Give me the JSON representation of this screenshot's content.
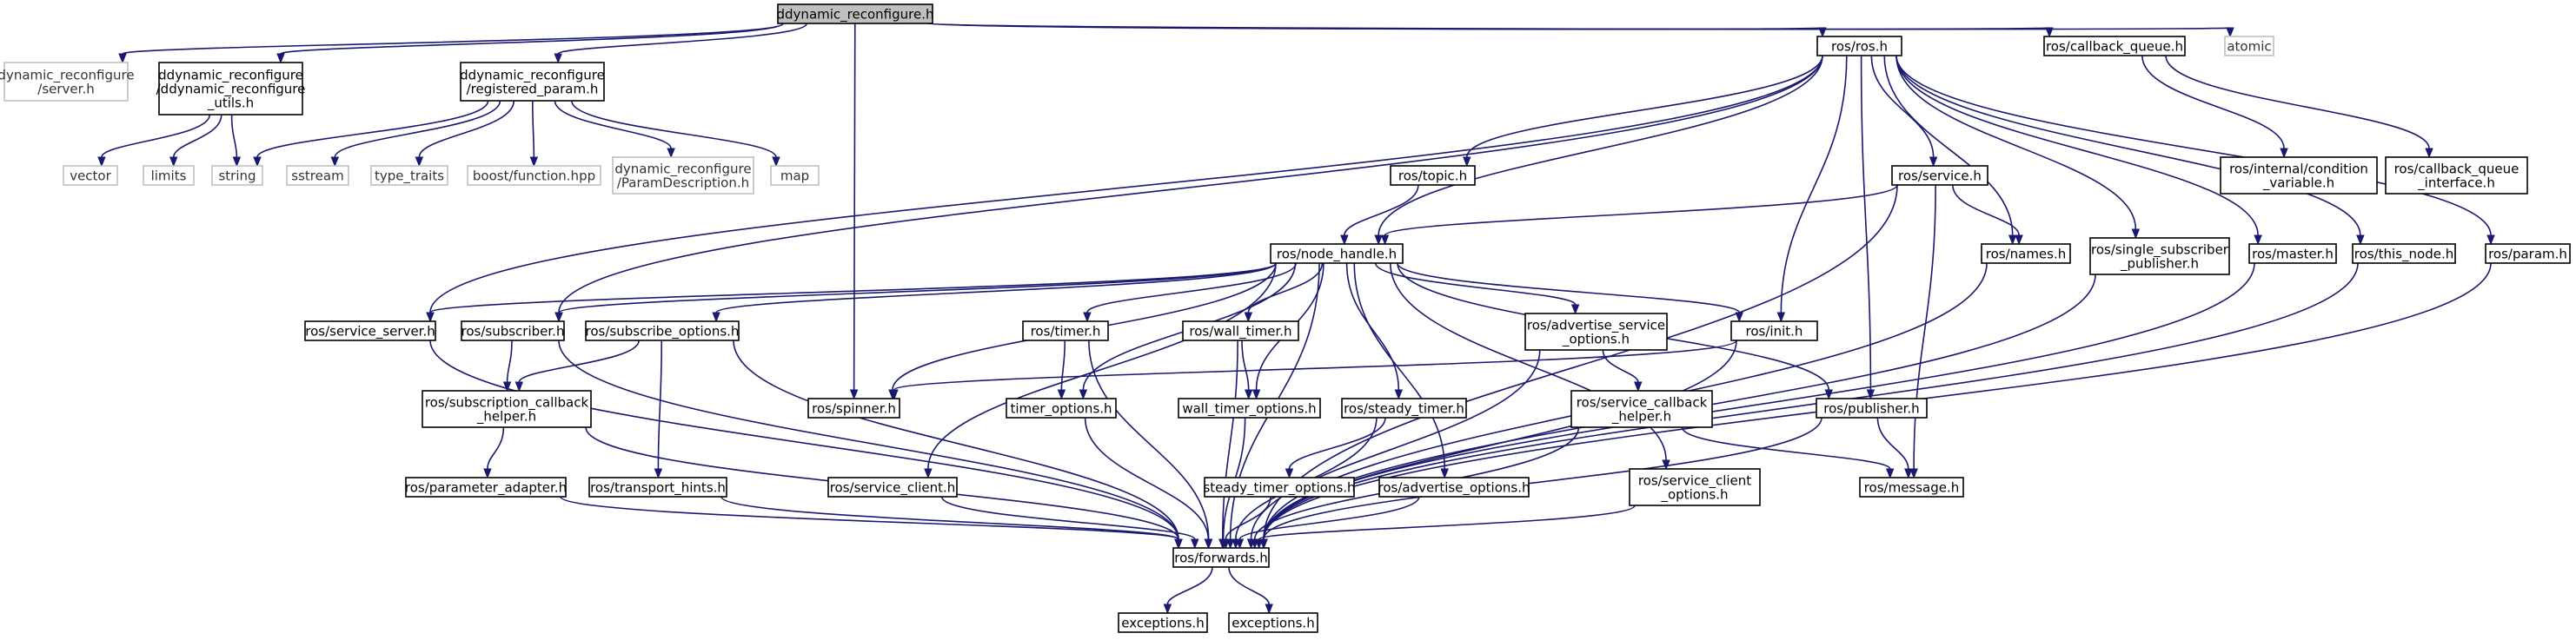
{
  "title": "ddynamic_reconfigure.h",
  "colors": {
    "edge": "#191970",
    "root_fill": "#bfbfbf",
    "external_border": "#bfbfbf",
    "local_border": "#000000"
  },
  "nodes": [
    {
      "id": "root",
      "lines": [
        "ddynamic_reconfigure.h"
      ],
      "kind": "root"
    },
    {
      "id": "dr_server",
      "lines": [
        "dynamic_reconfigure",
        "/server.h"
      ],
      "kind": "external"
    },
    {
      "id": "dr_utils",
      "lines": [
        "ddynamic_reconfigure",
        "/ddynamic_reconfigure",
        "_utils.h"
      ],
      "kind": "local"
    },
    {
      "id": "reg_param",
      "lines": [
        "ddynamic_reconfigure",
        "/registered_param.h"
      ],
      "kind": "local"
    },
    {
      "id": "ros_h",
      "lines": [
        "ros/ros.h"
      ],
      "kind": "local"
    },
    {
      "id": "cb_queue",
      "lines": [
        "ros/callback_queue.h"
      ],
      "kind": "local"
    },
    {
      "id": "atomic",
      "lines": [
        "atomic"
      ],
      "kind": "external"
    },
    {
      "id": "vector",
      "lines": [
        "vector"
      ],
      "kind": "external"
    },
    {
      "id": "limits",
      "lines": [
        "limits"
      ],
      "kind": "external"
    },
    {
      "id": "string",
      "lines": [
        "string"
      ],
      "kind": "external"
    },
    {
      "id": "sstream",
      "lines": [
        "sstream"
      ],
      "kind": "external"
    },
    {
      "id": "type_traits",
      "lines": [
        "type_traits"
      ],
      "kind": "external"
    },
    {
      "id": "boost_fn",
      "lines": [
        "boost/function.hpp"
      ],
      "kind": "external"
    },
    {
      "id": "param_desc",
      "lines": [
        "dynamic_reconfigure",
        "/ParamDescription.h"
      ],
      "kind": "external"
    },
    {
      "id": "map",
      "lines": [
        "map"
      ],
      "kind": "external"
    },
    {
      "id": "topic",
      "lines": [
        "ros/topic.h"
      ],
      "kind": "local"
    },
    {
      "id": "service",
      "lines": [
        "ros/service.h"
      ],
      "kind": "local"
    },
    {
      "id": "cond_var",
      "lines": [
        "ros/internal/condition",
        "_variable.h"
      ],
      "kind": "local"
    },
    {
      "id": "cbq_iface",
      "lines": [
        "ros/callback_queue",
        "_interface.h"
      ],
      "kind": "local"
    },
    {
      "id": "node_handle",
      "lines": [
        "ros/node_handle.h"
      ],
      "kind": "local"
    },
    {
      "id": "names",
      "lines": [
        "ros/names.h"
      ],
      "kind": "local"
    },
    {
      "id": "single_sub",
      "lines": [
        "ros/single_subscriber",
        "_publisher.h"
      ],
      "kind": "local"
    },
    {
      "id": "master",
      "lines": [
        "ros/master.h"
      ],
      "kind": "local"
    },
    {
      "id": "this_node",
      "lines": [
        "ros/this_node.h"
      ],
      "kind": "local"
    },
    {
      "id": "param",
      "lines": [
        "ros/param.h"
      ],
      "kind": "local"
    },
    {
      "id": "svc_server",
      "lines": [
        "ros/service_server.h"
      ],
      "kind": "local"
    },
    {
      "id": "subscriber",
      "lines": [
        "ros/subscriber.h"
      ],
      "kind": "local"
    },
    {
      "id": "sub_opts",
      "lines": [
        "ros/subscribe_options.h"
      ],
      "kind": "local"
    },
    {
      "id": "timer",
      "lines": [
        "ros/timer.h"
      ],
      "kind": "local"
    },
    {
      "id": "wall_timer",
      "lines": [
        "ros/wall_timer.h"
      ],
      "kind": "local"
    },
    {
      "id": "adv_svc_opts",
      "lines": [
        "ros/advertise_service",
        "_options.h"
      ],
      "kind": "local"
    },
    {
      "id": "init",
      "lines": [
        "ros/init.h"
      ],
      "kind": "local"
    },
    {
      "id": "sub_cb_helper",
      "lines": [
        "ros/subscription_callback",
        "_helper.h"
      ],
      "kind": "local"
    },
    {
      "id": "spinner",
      "lines": [
        "ros/spinner.h"
      ],
      "kind": "local"
    },
    {
      "id": "timer_opts",
      "lines": [
        "timer_options.h"
      ],
      "kind": "local"
    },
    {
      "id": "wall_timer_opts",
      "lines": [
        "wall_timer_options.h"
      ],
      "kind": "local"
    },
    {
      "id": "steady_timer",
      "lines": [
        "ros/steady_timer.h"
      ],
      "kind": "local"
    },
    {
      "id": "svc_cb_helper",
      "lines": [
        "ros/service_callback",
        "_helper.h"
      ],
      "kind": "local"
    },
    {
      "id": "publisher",
      "lines": [
        "ros/publisher.h"
      ],
      "kind": "local"
    },
    {
      "id": "param_adapter",
      "lines": [
        "ros/parameter_adapter.h"
      ],
      "kind": "local"
    },
    {
      "id": "transport_hints",
      "lines": [
        "ros/transport_hints.h"
      ],
      "kind": "local"
    },
    {
      "id": "svc_client",
      "lines": [
        "ros/service_client.h"
      ],
      "kind": "local"
    },
    {
      "id": "steady_timer_opts",
      "lines": [
        "steady_timer_options.h"
      ],
      "kind": "local"
    },
    {
      "id": "adv_opts",
      "lines": [
        "ros/advertise_options.h"
      ],
      "kind": "local"
    },
    {
      "id": "svc_client_opts",
      "lines": [
        "ros/service_client",
        "_options.h"
      ],
      "kind": "local"
    },
    {
      "id": "message",
      "lines": [
        "ros/message.h"
      ],
      "kind": "local"
    },
    {
      "id": "forwards",
      "lines": [
        "ros/forwards.h"
      ],
      "kind": "local"
    },
    {
      "id": "exceptions1",
      "lines": [
        "exceptions.h"
      ],
      "kind": "local"
    },
    {
      "id": "exceptions2",
      "lines": [
        "exceptions.h"
      ],
      "kind": "local"
    }
  ],
  "edges": [
    [
      "root",
      "dr_server"
    ],
    [
      "root",
      "dr_utils"
    ],
    [
      "root",
      "reg_param"
    ],
    [
      "root",
      "spinner"
    ],
    [
      "root",
      "ros_h"
    ],
    [
      "root",
      "cb_queue"
    ],
    [
      "root",
      "atomic"
    ],
    [
      "dr_utils",
      "vector"
    ],
    [
      "dr_utils",
      "limits"
    ],
    [
      "dr_utils",
      "string"
    ],
    [
      "reg_param",
      "string"
    ],
    [
      "reg_param",
      "sstream"
    ],
    [
      "reg_param",
      "type_traits"
    ],
    [
      "reg_param",
      "boost_fn"
    ],
    [
      "reg_param",
      "param_desc"
    ],
    [
      "reg_param",
      "map"
    ],
    [
      "ros_h",
      "topic"
    ],
    [
      "ros_h",
      "node_handle"
    ],
    [
      "ros_h",
      "service"
    ],
    [
      "ros_h",
      "names"
    ],
    [
      "ros_h",
      "single_sub"
    ],
    [
      "ros_h",
      "master"
    ],
    [
      "ros_h",
      "this_node"
    ],
    [
      "ros_h",
      "param"
    ],
    [
      "ros_h",
      "svc_server"
    ],
    [
      "ros_h",
      "subscriber"
    ],
    [
      "ros_h",
      "init"
    ],
    [
      "ros_h",
      "publisher"
    ],
    [
      "cb_queue",
      "cond_var"
    ],
    [
      "cb_queue",
      "cbq_iface"
    ],
    [
      "topic",
      "node_handle"
    ],
    [
      "service",
      "node_handle"
    ],
    [
      "service",
      "names"
    ],
    [
      "service",
      "message"
    ],
    [
      "service",
      "forwards"
    ],
    [
      "node_handle",
      "svc_server"
    ],
    [
      "node_handle",
      "subscriber"
    ],
    [
      "node_handle",
      "sub_opts"
    ],
    [
      "node_handle",
      "timer"
    ],
    [
      "node_handle",
      "wall_timer"
    ],
    [
      "node_handle",
      "adv_svc_opts"
    ],
    [
      "node_handle",
      "init"
    ],
    [
      "node_handle",
      "publisher"
    ],
    [
      "node_handle",
      "spinner"
    ],
    [
      "node_handle",
      "timer_opts"
    ],
    [
      "node_handle",
      "wall_timer_opts"
    ],
    [
      "node_handle",
      "steady_timer"
    ],
    [
      "node_handle",
      "svc_client"
    ],
    [
      "node_handle",
      "adv_opts"
    ],
    [
      "node_handle",
      "svc_client_opts"
    ],
    [
      "node_handle",
      "forwards"
    ],
    [
      "names",
      "forwards"
    ],
    [
      "single_sub",
      "forwards"
    ],
    [
      "master",
      "forwards"
    ],
    [
      "this_node",
      "forwards"
    ],
    [
      "param",
      "forwards"
    ],
    [
      "svc_server",
      "forwards"
    ],
    [
      "subscriber",
      "sub_cb_helper"
    ],
    [
      "subscriber",
      "forwards"
    ],
    [
      "sub_opts",
      "sub_cb_helper"
    ],
    [
      "sub_opts",
      "transport_hints"
    ],
    [
      "sub_opts",
      "forwards"
    ],
    [
      "timer",
      "timer_opts"
    ],
    [
      "timer",
      "forwards"
    ],
    [
      "wall_timer",
      "wall_timer_opts"
    ],
    [
      "wall_timer",
      "forwards"
    ],
    [
      "adv_svc_opts",
      "svc_cb_helper"
    ],
    [
      "adv_svc_opts",
      "forwards"
    ],
    [
      "init",
      "spinner"
    ],
    [
      "init",
      "forwards"
    ],
    [
      "sub_cb_helper",
      "param_adapter"
    ],
    [
      "sub_cb_helper",
      "forwards"
    ],
    [
      "timer_opts",
      "forwards"
    ],
    [
      "wall_timer_opts",
      "forwards"
    ],
    [
      "steady_timer",
      "steady_timer_opts"
    ],
    [
      "steady_timer",
      "forwards"
    ],
    [
      "svc_cb_helper",
      "message"
    ],
    [
      "svc_cb_helper",
      "forwards"
    ],
    [
      "publisher",
      "message"
    ],
    [
      "publisher",
      "forwards"
    ],
    [
      "param_adapter",
      "forwards"
    ],
    [
      "transport_hints",
      "forwards"
    ],
    [
      "svc_client",
      "forwards"
    ],
    [
      "steady_timer_opts",
      "forwards"
    ],
    [
      "adv_opts",
      "forwards"
    ],
    [
      "svc_client_opts",
      "forwards"
    ],
    [
      "forwards",
      "exceptions1"
    ],
    [
      "forwards",
      "exceptions2"
    ]
  ]
}
